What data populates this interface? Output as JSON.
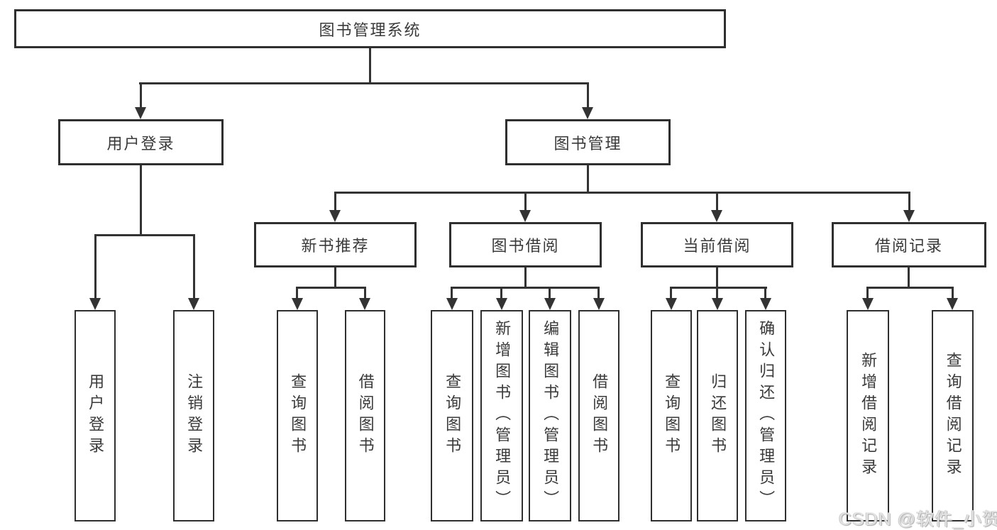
{
  "colors": {
    "line": "#333333",
    "box_border": "#2f2f2f",
    "text": "#3a3a3a",
    "background": "#ffffff",
    "watermark": "#e3e3e3"
  },
  "watermark": {
    "text": "CSDN @软件_小贺同学"
  },
  "tree": {
    "root": {
      "label": "图书管理系统",
      "children": [
        {
          "label": "用户登录",
          "children": [
            {
              "label": "用户登录"
            },
            {
              "label": "注销登录"
            }
          ]
        },
        {
          "label": "图书管理",
          "children": [
            {
              "label": "新书推荐",
              "children": [
                {
                  "label": "查询图书"
                },
                {
                  "label": "借阅图书"
                }
              ]
            },
            {
              "label": "图书借阅",
              "children": [
                {
                  "label": "查询图书"
                },
                {
                  "label": "新增图书（管理员）"
                },
                {
                  "label": "编辑图书（管理员）"
                },
                {
                  "label": "借阅图书"
                }
              ]
            },
            {
              "label": "当前借阅",
              "children": [
                {
                  "label": "查询图书"
                },
                {
                  "label": "归还图书"
                },
                {
                  "label": "确认归还（管理员）"
                }
              ]
            },
            {
              "label": "借阅记录",
              "children": [
                {
                  "label": "新增借阅记录"
                },
                {
                  "label": "查询借阅记录"
                }
              ]
            }
          ]
        }
      ]
    }
  }
}
